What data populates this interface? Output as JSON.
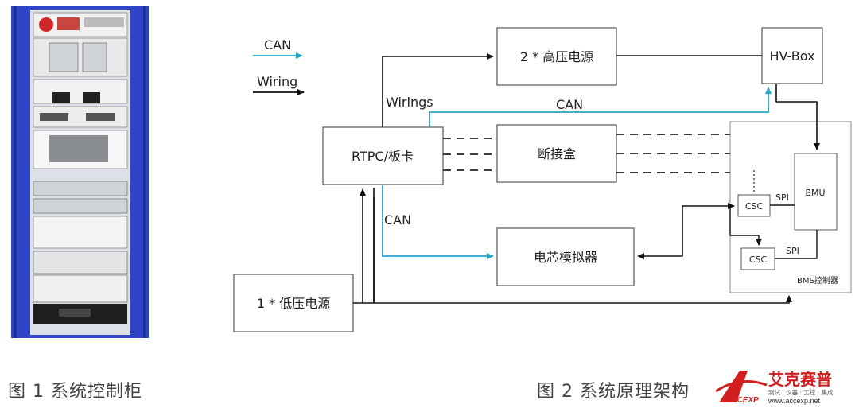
{
  "legend": {
    "can_label": "CAN",
    "wiring_label": "Wiring"
  },
  "nodes": {
    "hv_power": "2 * 高压电源",
    "hv_box": "HV-Box",
    "rtpc": "RTPC/板卡",
    "breakout": "断接盒",
    "cell_sim": "电芯模拟器",
    "lv_power": "1 * 低压电源",
    "bmu": "BMU",
    "csc_top": "CSC",
    "csc_bottom": "CSC",
    "bms_controller": "BMS控制器"
  },
  "edge_labels": {
    "wirings": "Wirings",
    "can_top": "CAN",
    "can_left": "CAN",
    "spi_top": "SPI",
    "spi_bottom": "SPI"
  },
  "captions": {
    "left": "图 1 系统控制柜",
    "right": "图 2 系统原理架构"
  },
  "logo": {
    "brand_cn": "艾克赛普",
    "sub_cn": "测试 · 仪器 · 工控 · 集成",
    "url": "www.accexp.net",
    "mark": "ACCEXP"
  },
  "colors": {
    "can": "#2aa3c9",
    "wiring": "#111111",
    "cabinet_frame": "#2f45c8"
  }
}
